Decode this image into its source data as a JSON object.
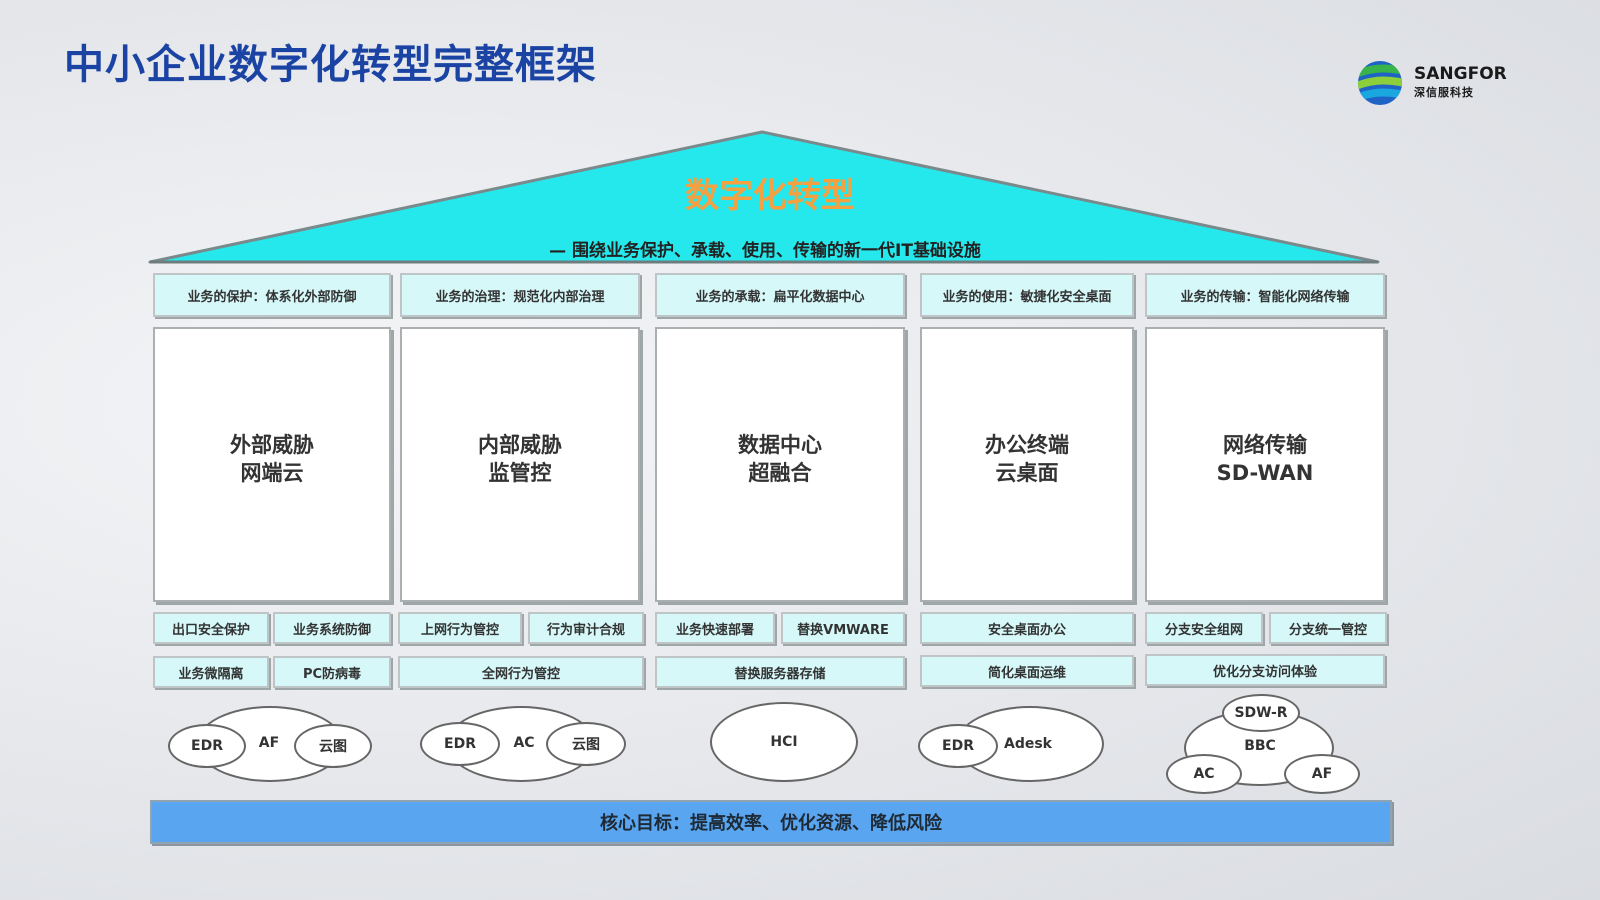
{
  "page": {
    "title": "中小企业数字化转型完整框架"
  },
  "logo": {
    "name": "SANGFOR",
    "name_cn": "深信服科技"
  },
  "colors": {
    "title": "#1a43a3",
    "roof_fill": "#25e8ec",
    "roof_title": "#f5a142",
    "cap_fill": "#d6f8f9",
    "base_fill": "#5aa5ef"
  },
  "roof": {
    "title": "数字化转型",
    "subtitle": "— 围绕业务保护、承载、使用、传输的新一代IT基础设施"
  },
  "columns": [
    {
      "cap": "业务的保护：体系化外部防御",
      "pillar": [
        "外部威胁",
        "网端云"
      ],
      "chips_row1": [
        "出口安全保护",
        "业务系统防御"
      ],
      "chips_row2": [
        "业务微隔离",
        "PC防病毒"
      ],
      "products": {
        "left": "EDR",
        "center": "AF",
        "right": "云图"
      }
    },
    {
      "cap": "业务的治理：规范化内部治理",
      "pillar": [
        "内部威胁",
        "监管控"
      ],
      "chips_row1": [
        "上网行为管控",
        "行为审计合规"
      ],
      "chips_row2": [
        "全网行为管控"
      ],
      "products": {
        "left": "EDR",
        "center": "AC",
        "right": "云图"
      }
    },
    {
      "cap": "业务的承载：扁平化数据中心",
      "pillar": [
        "数据中心",
        "超融合"
      ],
      "chips_row1": [
        "业务快速部署",
        "替换VMWARE"
      ],
      "chips_row2": [
        "替换服务器存储"
      ],
      "products": {
        "center": "HCI"
      }
    },
    {
      "cap": "业务的使用：敏捷化安全桌面",
      "pillar": [
        "办公终端",
        "云桌面"
      ],
      "chips_row1": [
        "安全桌面办公"
      ],
      "chips_row2": [
        "简化桌面运维"
      ],
      "products": {
        "left": "EDR",
        "center": "Adesk"
      }
    },
    {
      "cap": "业务的传输：智能化网络传输",
      "pillar": [
        "网络传输",
        "SD-WAN"
      ],
      "chips_row1": [
        "分支安全组网",
        "分支统一管控"
      ],
      "chips_row2": [
        "优化分支访问体验"
      ],
      "products": {
        "top": "SDW-R",
        "center": "BBC",
        "left": "AC",
        "right": "AF"
      }
    }
  ],
  "base": {
    "label": "核心目标：提高效率、优化资源、降低风险"
  }
}
